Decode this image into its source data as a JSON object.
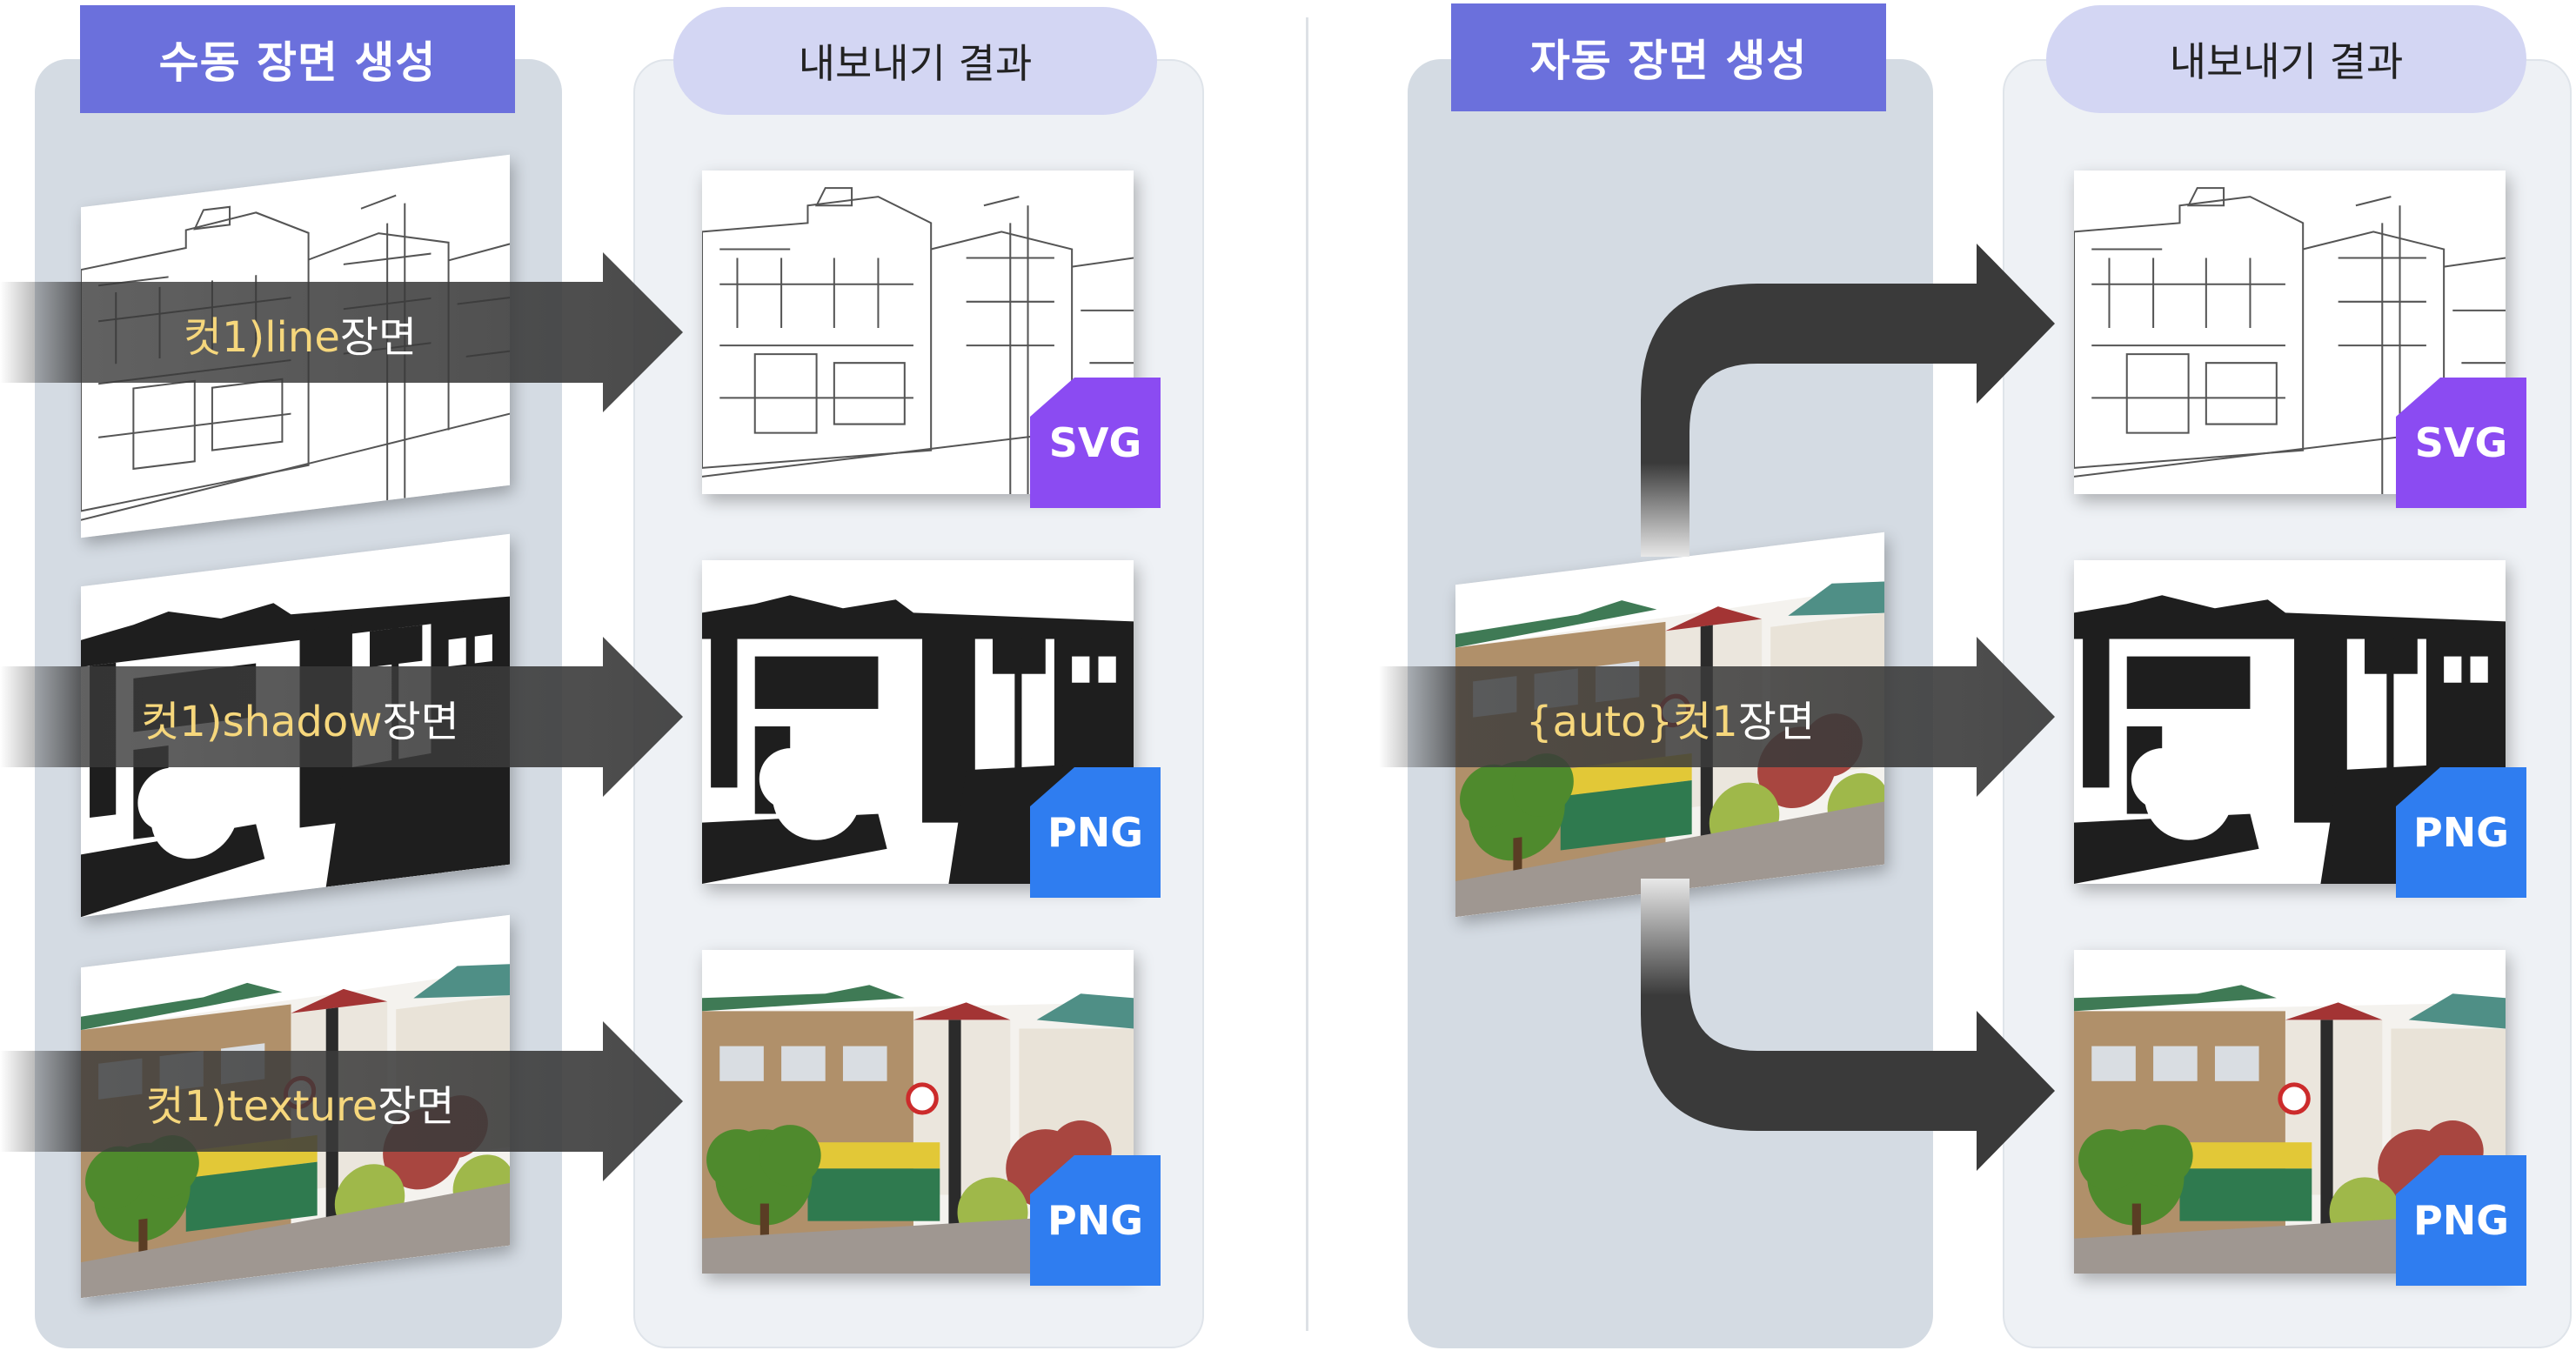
{
  "manual": {
    "title": "수동 장면 생성",
    "labels": [
      {
        "highlight": "컷1)line",
        "suffix": " 장면"
      },
      {
        "highlight": "컷1)shadow",
        "suffix": " 장면"
      },
      {
        "highlight": "컷1)texture",
        "suffix": " 장면"
      }
    ]
  },
  "manual_export": {
    "title": "내보내기 결과",
    "badges": [
      "SVG",
      "PNG",
      "PNG"
    ]
  },
  "auto": {
    "title": "자동 장면 생성",
    "label": {
      "highlight": "{auto}컷1",
      "suffix": " 장면"
    }
  },
  "auto_export": {
    "title": "내보내기 결과",
    "badges": [
      "SVG",
      "PNG",
      "PNG"
    ]
  },
  "colors": {
    "header_dark": "#6b70dc",
    "header_light": "#d3d6f3",
    "badge_svg": "#8b4bf2",
    "badge_png": "#2f7df0",
    "arrow": "#3a3a3a",
    "label_highlight": "#f6d77c"
  }
}
